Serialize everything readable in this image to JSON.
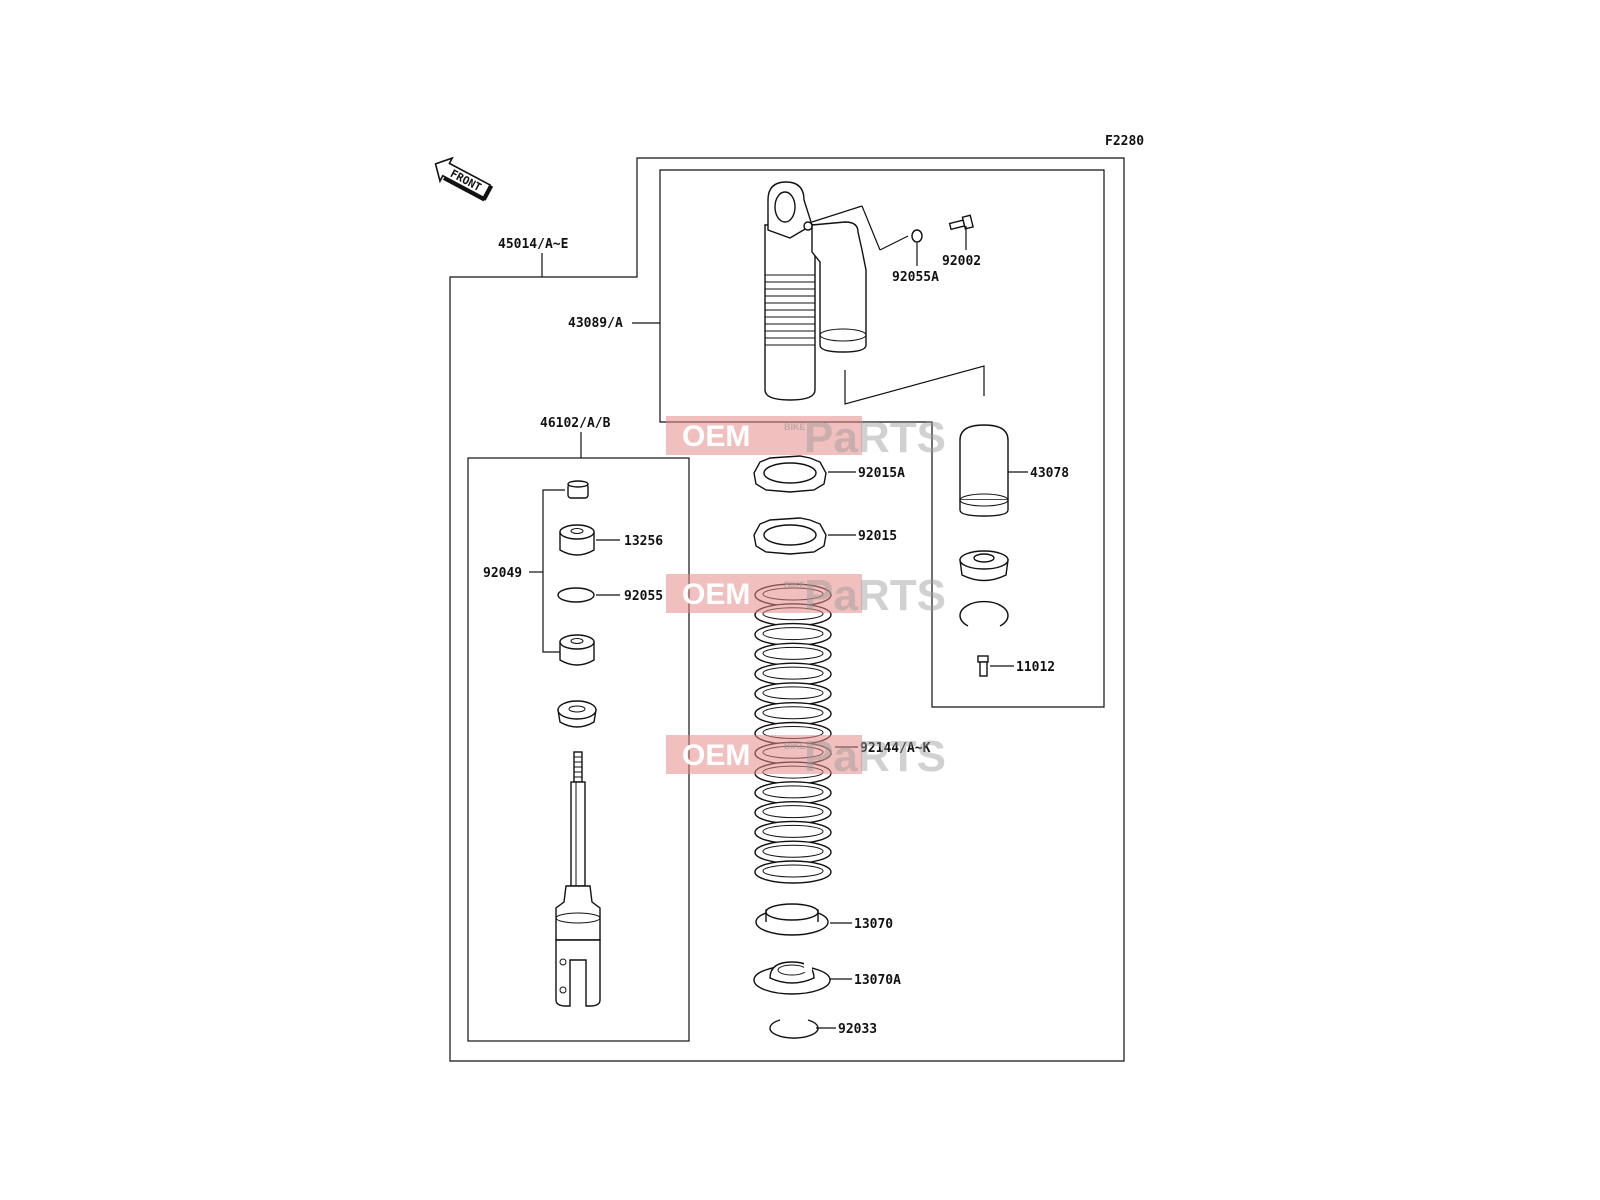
{
  "figure_code": "F2280",
  "front_label": "FRONT",
  "watermark": {
    "oem": "OEM",
    "bike": "BIKE",
    "parts_a": "Pa",
    "parts_b": "RTS"
  },
  "labels": {
    "p45014": "45014/A~E",
    "p43089": "43089/A",
    "p92055A": "92055A",
    "p92002": "92002",
    "p46102": "46102/A/B",
    "p92015A": "92015A",
    "p92015": "92015",
    "p43078": "43078",
    "p13256": "13256",
    "p92049": "92049",
    "p92055": "92055",
    "p11012": "11012",
    "p92144": "92144/A~K",
    "p13070": "13070",
    "p13070A": "13070A",
    "p92033": "92033"
  }
}
